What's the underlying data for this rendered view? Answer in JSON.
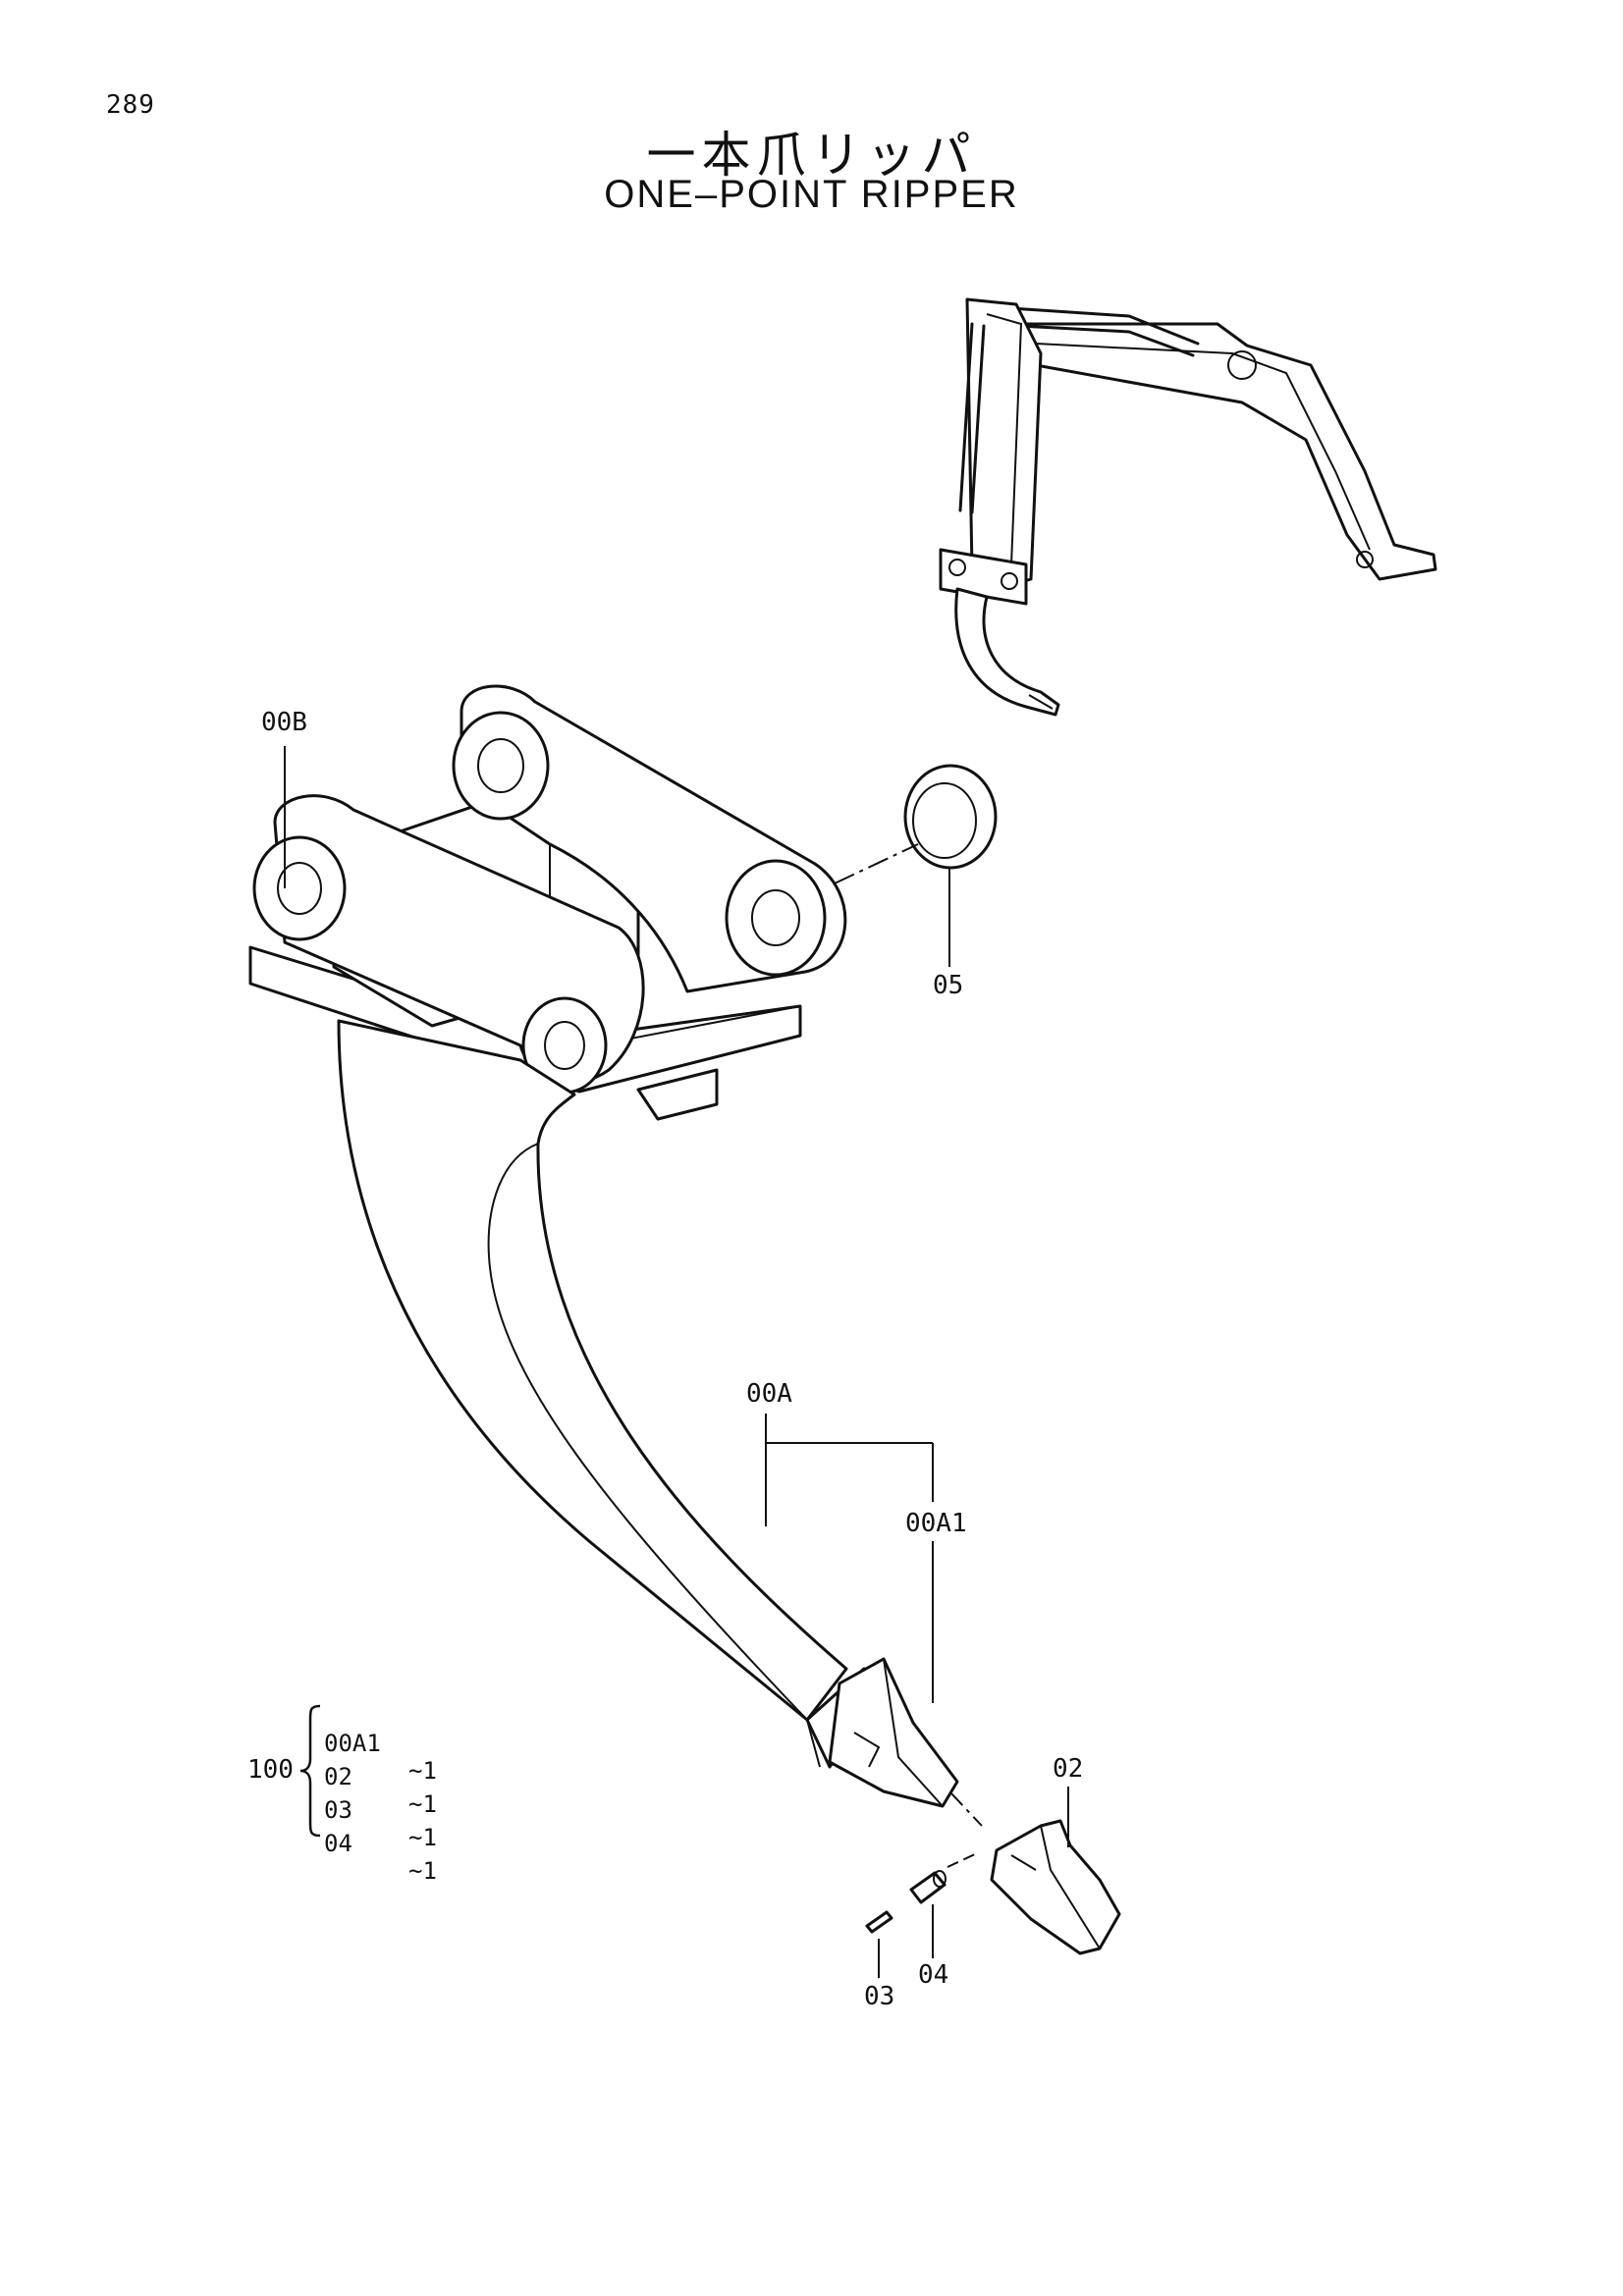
{
  "page": {
    "number": "289",
    "title_jp": "一本爪リッパ",
    "title_en": "ONE–POINT RIPPER"
  },
  "callouts": {
    "00B": "00B",
    "05": "05",
    "00A": "00A",
    "00A1": "00A1",
    "02": "02",
    "03": "03",
    "04": "04"
  },
  "kit": {
    "number": "100",
    "rows": [
      {
        "part": "00A1",
        "qty": "~1"
      },
      {
        "part": "02",
        "qty": "~1"
      },
      {
        "part": "03",
        "qty": "~1"
      },
      {
        "part": "04",
        "qty": "~1"
      }
    ]
  }
}
